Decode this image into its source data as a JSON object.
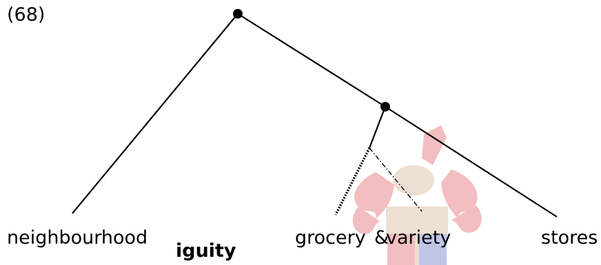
{
  "example_number": "(68)",
  "leaves": {
    "neighbourhood": "neighbourhood",
    "grocery": "grocery",
    "ampersand": "&",
    "variety": "variety",
    "stores": "stores"
  },
  "footer_text": "iguity",
  "colors": {
    "line": "#000000",
    "watermark_red": "#d9383a",
    "watermark_blue": "#3a4fb0",
    "watermark_tan": "#c9a27a"
  },
  "watermark": {
    "description": "university coat of arms",
    "icon": "crest-watermark"
  }
}
